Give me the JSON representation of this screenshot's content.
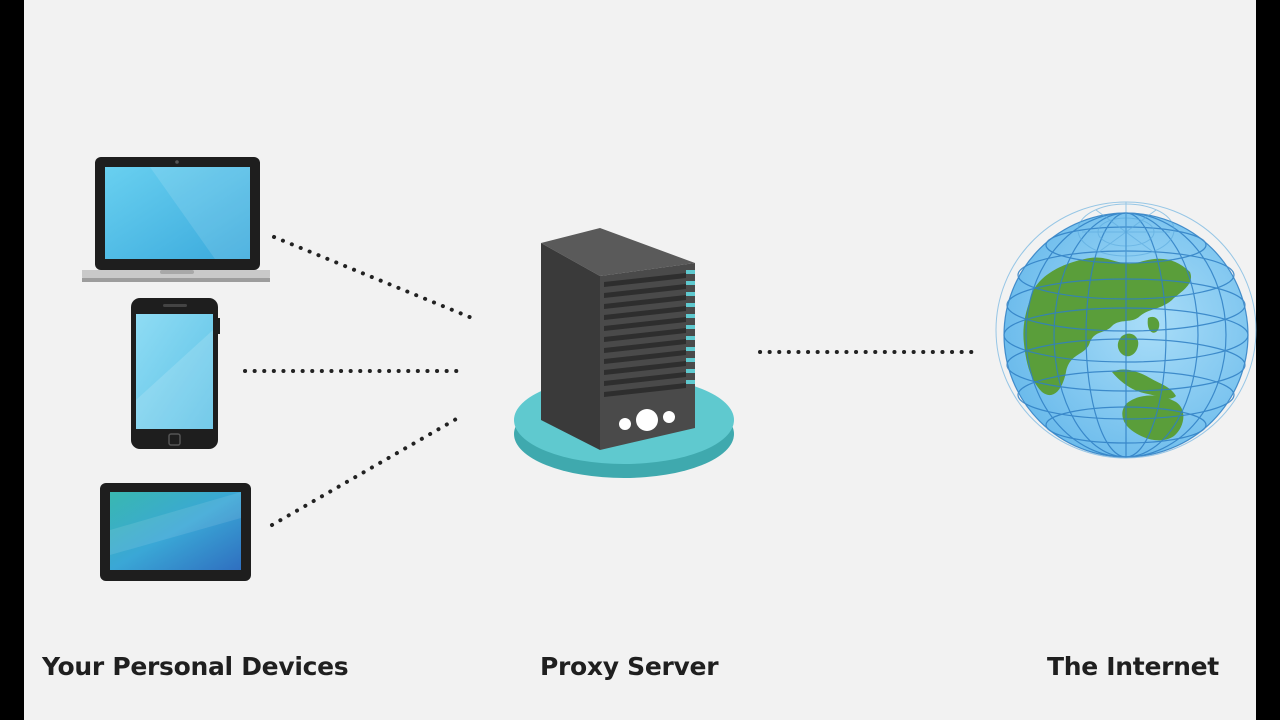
{
  "labels": {
    "devices": "Your Personal Devices",
    "proxy": "Proxy Server",
    "internet": "The Internet"
  },
  "icons": [
    "laptop-icon",
    "smartphone-icon",
    "tablet-icon",
    "server-icon",
    "globe-icon"
  ],
  "colors": {
    "background": "#f2f2f2",
    "screen_blue": "#4fc3e8",
    "platform_teal": "#5fc9cf",
    "server_dark": "#4a4a4a",
    "land_green": "#5a9e3a",
    "ocean_blue": "#8ccdf2",
    "connector": "#222222"
  }
}
